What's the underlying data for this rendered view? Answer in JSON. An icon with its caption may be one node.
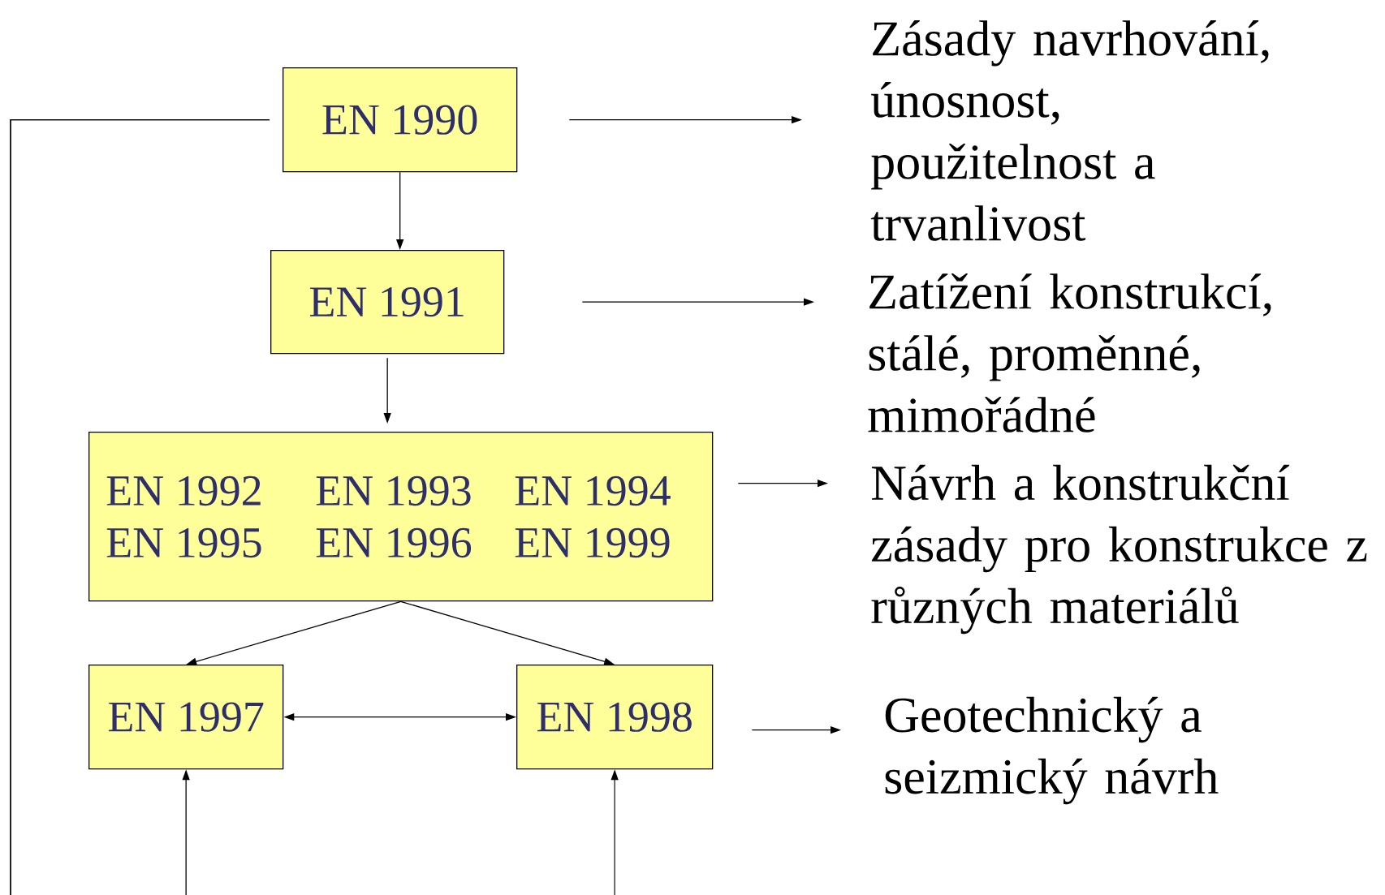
{
  "diagram": {
    "nodes": [
      {
        "text": [
          "EN 1990"
        ]
      },
      {
        "text": [
          "EN 1991"
        ]
      },
      {
        "text": [
          "EN 1992",
          "EN 1993",
          "EN 1994",
          "EN 1995",
          "EN 1996",
          "EN 1999"
        ]
      },
      {
        "text": [
          "EN 1997"
        ]
      },
      {
        "text": [
          "EN 1998"
        ]
      },
      {
        "text": [
          "Zásady navrhování, únosnost, použitelnost a trvanlivost"
        ]
      },
      {
        "text": [
          "Zatížení konstrukcí, stálé, proměnné, mimořádné"
        ]
      },
      {
        "text": [
          "Návrh a konstrukční zásady pro konstrukce z různých materiálů"
        ]
      },
      {
        "text": [
          "Geotechnický a seizmický návrh"
        ]
      }
    ],
    "edges": [
      {
        "from": 0,
        "to": 1,
        "arrow": "to"
      },
      {
        "from": 1,
        "to": 2,
        "arrow": "to"
      },
      {
        "from": 2,
        "to": 3,
        "arrow": "to"
      },
      {
        "from": 2,
        "to": 4,
        "arrow": "to"
      },
      {
        "from": 3,
        "to": 4,
        "arrow": "both"
      },
      {
        "from": 0,
        "to": 5,
        "arrow": "to"
      },
      {
        "from": 1,
        "to": 6,
        "arrow": "to"
      },
      {
        "from": 2,
        "to": 7,
        "arrow": "to"
      },
      {
        "from": 4,
        "to": 8,
        "arrow": "to"
      },
      {
        "from": 0,
        "to": 3,
        "arrow": "to"
      },
      {
        "from": 0,
        "to": 4,
        "arrow": "to"
      }
    ]
  }
}
